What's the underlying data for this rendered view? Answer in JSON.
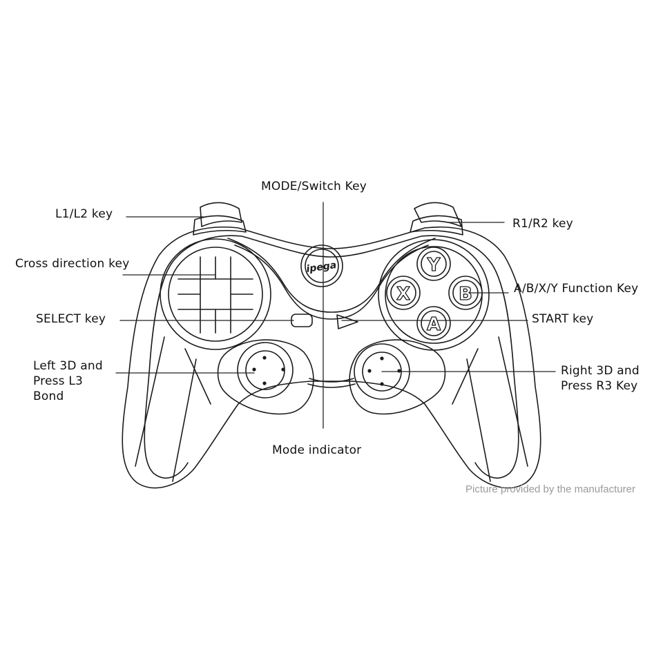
{
  "labels": {
    "mode_switch": "MODE/Switch Key",
    "l1l2": "L1/L2 key",
    "r1r2": "R1/R2 key",
    "cross": "Cross direction key",
    "abxy": "A/B/X/Y Function Key",
    "select": "SELECT key",
    "start": "START key",
    "left3d": [
      "Left 3D and",
      "Press L3",
      "Bond"
    ],
    "right3d": [
      "Right 3D and",
      "Press R3 Key"
    ],
    "mode_indicator": "Mode indicator"
  },
  "buttons": {
    "y": "Y",
    "x": "X",
    "b": "B",
    "a": "A"
  },
  "logo": "ipega",
  "credit": "Picture provided by the manufacturer",
  "colors": {
    "line": "#1a1a1a",
    "text": "#111111",
    "credit": "#9a9a9a"
  }
}
